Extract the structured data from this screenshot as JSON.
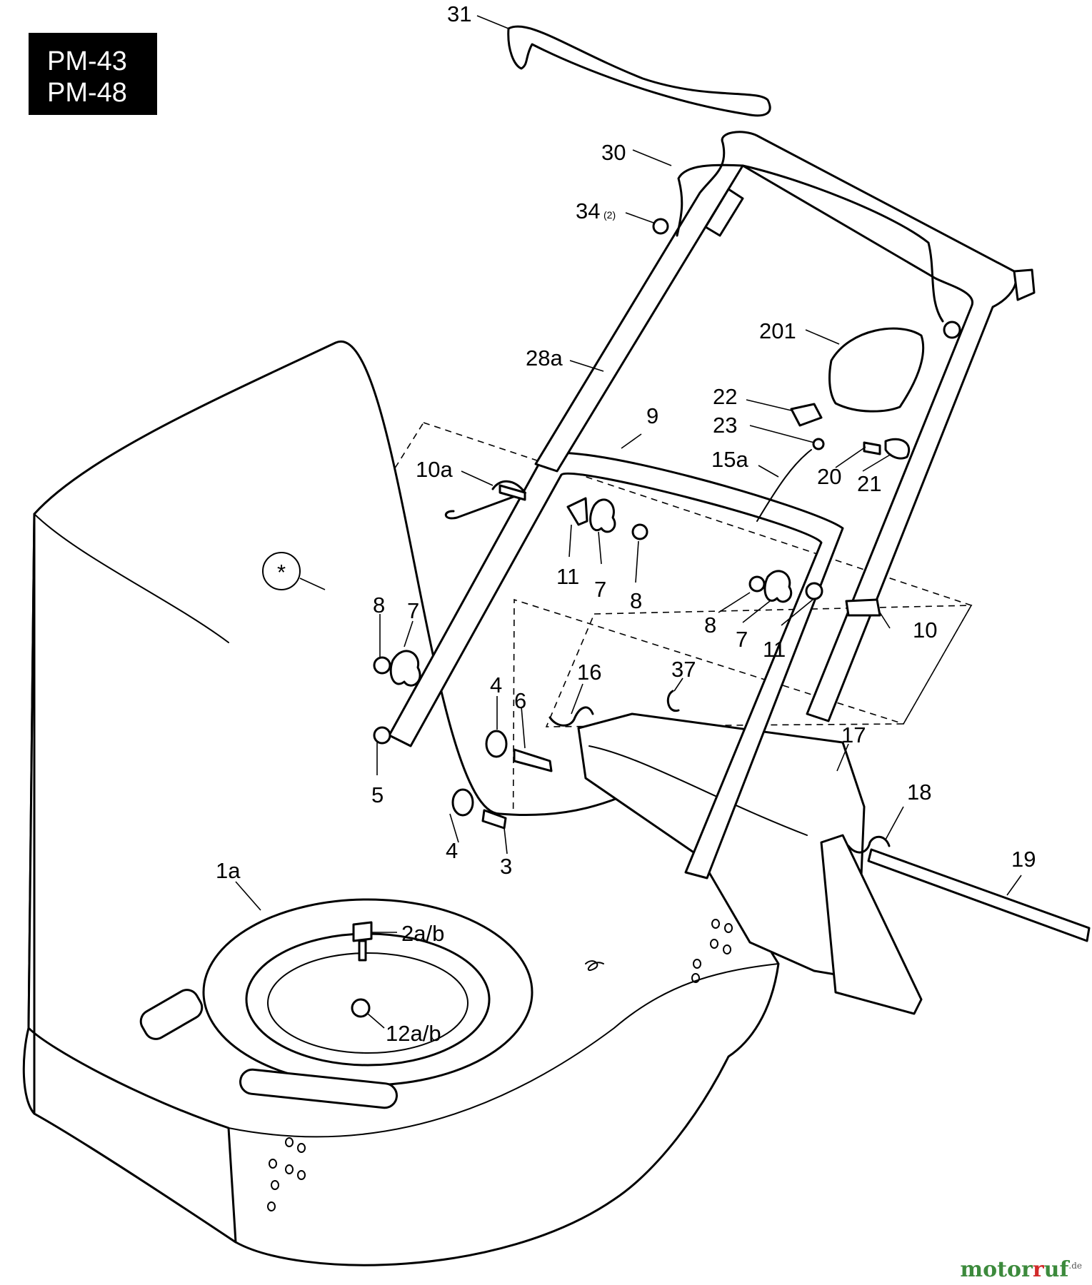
{
  "models": [
    "PM-43",
    "PM-48"
  ],
  "callouts": {
    "c31": "31",
    "c30": "30",
    "c34": "34",
    "c34q": "(2)",
    "c201": "201",
    "c28a": "28a",
    "c22": "22",
    "c23": "23",
    "c9": "9",
    "c15a": "15a",
    "c20": "20",
    "c21": "21",
    "c10a": "10a",
    "c11a": "11",
    "c7a": "7",
    "c8a": "8",
    "c8b": "8",
    "c7b": "7",
    "c11b": "11",
    "c10": "10",
    "c8c": "8",
    "c7c": "7",
    "c16": "16",
    "c37": "37",
    "c4a": "4",
    "c6": "6",
    "c17": "17",
    "c18": "18",
    "c5": "5",
    "c4b": "4",
    "c3": "3",
    "c19": "19",
    "c1a": "1a",
    "c2ab": "2a/b",
    "c12ab": "12a/b"
  },
  "kit_symbol": "*",
  "watermark": {
    "brand_a": "motor",
    "brand_b": "uf",
    "suffix": ".de",
    "color": "#3c8a3c"
  }
}
